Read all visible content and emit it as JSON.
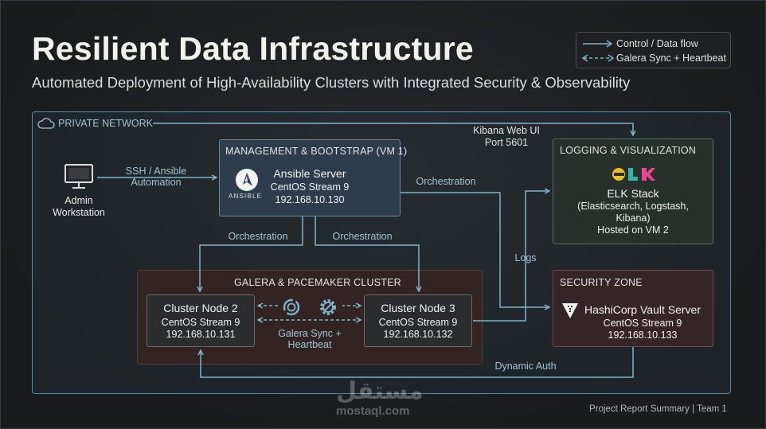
{
  "title": "Resilient Data Infrastructure",
  "subtitle": "Automated Deployment of High-Availability Clusters with Integrated Security & Observability",
  "legend": {
    "control": "Control / Data flow",
    "sync": "Galera Sync + Heartbeat"
  },
  "network": {
    "label": "PRIVATE NETWORK"
  },
  "admin": {
    "line1": "Admin",
    "line2": "Workstation"
  },
  "ssh": {
    "line1": "SSH / Ansible",
    "line2": "Automation"
  },
  "mgmt": {
    "title": "MANAGEMENT & BOOTSTRAP (VM 1)",
    "name": "Ansible Server",
    "os": "CentOS Stream 9",
    "ip": "192.168.10.130",
    "logo_text": "ANSIBLE"
  },
  "kibana": {
    "line1": "Kibana Web UI",
    "line2": "Port 5601"
  },
  "logging": {
    "title": "LOGGING & VISUALIZATION",
    "name": "ELK Stack",
    "line1": "(Elasticsearch, Logstash,",
    "line2": "Kibana)",
    "line3": "Hosted on VM 2"
  },
  "edges": {
    "orch_right": "Orchestration",
    "orch_left": "Orchestration",
    "orch_mid": "Orchestration",
    "logs": "Logs",
    "galera_sync_1": "Galera Sync +",
    "galera_sync_2": "Heartbeat",
    "dynamic_auth": "Dynamic Auth"
  },
  "galera": {
    "title": "GALERA & PACEMAKER CLUSTER"
  },
  "node2": {
    "name": "Cluster Node 2",
    "os": "CentOS Stream 9",
    "ip": "192.168.10.131"
  },
  "node3": {
    "name": "Cluster Node 3",
    "os": "CentOS Stream 9",
    "ip": "192.168.10.132"
  },
  "security": {
    "title": "SECURITY ZONE",
    "name": "HashiCorp Vault Server",
    "os": "CentOS Stream 9",
    "ip": "192.168.10.133"
  },
  "footer": "Project Report Summary | Team 1",
  "watermark": {
    "arabic": "مستقل",
    "latin": "mostaql.com"
  },
  "colors": {
    "flow": "#7fb3c8",
    "title": "#f3f1ec",
    "mgmt_bg": "#2e3d4d",
    "logging_bg": "#27302a",
    "galera_bg": "#322423",
    "security_bg": "#352527",
    "elk_yellow": "#f0c01c",
    "elk_teal": "#33b5a6",
    "elk_pink": "#e8478b"
  },
  "icons": [
    "cloud-icon",
    "monitor-icon",
    "ansible-logo-icon",
    "elk-logo-icon",
    "vault-logo-icon",
    "sync-icon",
    "gear-icon"
  ]
}
